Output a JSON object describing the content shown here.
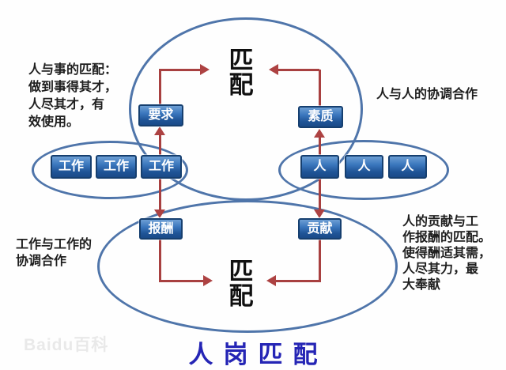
{
  "title": {
    "text": "人岗匹配"
  },
  "watermark": {
    "text": "Baidu百科"
  },
  "circles": {
    "top_label": "匹配",
    "bottom_label": "匹配"
  },
  "boxes": {
    "requirement": "要求",
    "quality": "素质",
    "reward": "报酬",
    "contribution": "贡献",
    "jobs": [
      "工作",
      "工作",
      "工作"
    ],
    "people": [
      "人",
      "人",
      "人"
    ]
  },
  "annotations": {
    "person_job": "人与事的匹配：\n做到事得其才，\n人尽其才，有\n效使用。",
    "person_person": "人与人的协调合作",
    "job_job": "工作与工作的\n协调合作",
    "contribution_reward": "人的贡献与工\n作报酬的匹配。\n使得酬适其需，\n人尽其力，最\n大奉献"
  },
  "colors": {
    "title_blue": "#2525b5",
    "box_blue_top": "#6d9fd4",
    "box_blue_bottom": "#1a4a88",
    "box_border": "#163f6f",
    "ellipse_stroke": "#4f75aa",
    "arrow_red": "#a84040",
    "match_text": "#101010",
    "annotation_text": "#1e1e1e"
  }
}
